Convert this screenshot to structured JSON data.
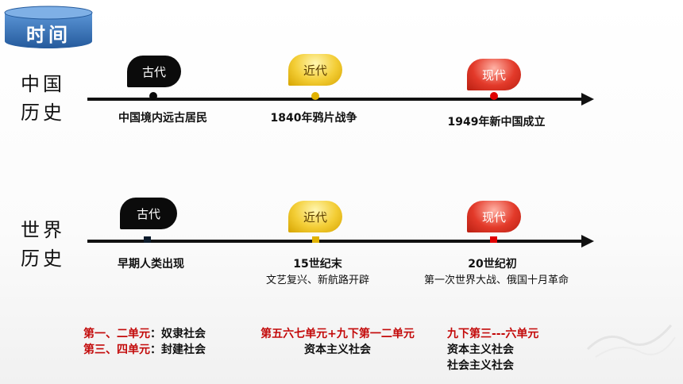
{
  "title": "时间",
  "china": {
    "label_line1": "中国",
    "label_line2": "历史",
    "markers": [
      {
        "label": "古代",
        "style": "black",
        "event": "中国境内远古居民"
      },
      {
        "label": "近代",
        "style": "gold",
        "event": "1840年鸦片战争"
      },
      {
        "label": "现代",
        "style": "red",
        "event": "1949年新中国成立"
      }
    ]
  },
  "world": {
    "label_line1": "世界",
    "label_line2": "历史",
    "markers": [
      {
        "label": "古代",
        "style": "black",
        "event": "早期人类出现",
        "detail": ""
      },
      {
        "label": "近代",
        "style": "gold",
        "event": "15世纪末",
        "detail": "文艺复兴、新航路开辟"
      },
      {
        "label": "现代",
        "style": "red",
        "event": "20世纪初",
        "detail": "第一次世界大战、俄国十月革命"
      }
    ]
  },
  "units": {
    "col1": {
      "line1_red": "第一、二单元",
      "line1_black": "：奴隶社会",
      "line2_red": "第三、四单元",
      "line2_black": "：封建社会"
    },
    "col2": {
      "line1_red": "第五六七单元+九下第一二单元",
      "line2_black": "资本主义社会"
    },
    "col3": {
      "line1_red": "九下第三---六单元",
      "line2_black": "资本主义社会",
      "line3_black": "社会主义社会"
    }
  },
  "colors": {
    "badge": "#2f6fb6",
    "axis": "#111111",
    "unit_red": "#c30a0a"
  }
}
